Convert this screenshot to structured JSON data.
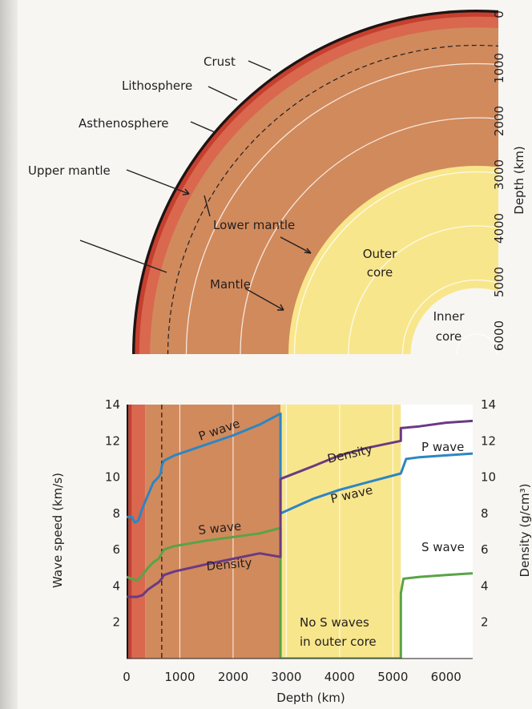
{
  "earth_diagram": {
    "layers": {
      "crust": "Crust",
      "lithosphere": "Lithosphere",
      "asthenosphere": "Asthenosphere",
      "upper_mantle": "Upper mantle",
      "lower_mantle": "Lower mantle",
      "mantle": "Mantle",
      "outer_core_1": "Outer",
      "outer_core_2": "core",
      "inner_core_1": "Inner",
      "inner_core_2": "core"
    },
    "depth_axis": {
      "label": "Depth (km)",
      "ticks": [
        "0",
        "1000",
        "2000",
        "3000",
        "4000",
        "5000",
        "6000"
      ]
    },
    "colors": {
      "crust": "#1e1413",
      "lithosphere": "#c6402f",
      "asthenosphere": "#d9684f",
      "mantle": "#d18a5c",
      "core": "#f8e68c",
      "paper": "#f7f6f3"
    }
  },
  "chart_data": {
    "type": "line",
    "xlabel": "Depth (km)",
    "ylabel_left": "Wave speed (km/s)",
    "ylabel_right": "Density (g/cm³)",
    "xlim": [
      0,
      6500
    ],
    "ylim": [
      0,
      14
    ],
    "x_ticks": [
      "0",
      "1000",
      "2000",
      "3000",
      "4000",
      "5000",
      "6000"
    ],
    "y_ticks": [
      "2",
      "4",
      "6",
      "8",
      "10",
      "12",
      "14"
    ],
    "series": [
      {
        "name": "P wave",
        "color": "#2c86c3",
        "x": [
          0,
          100,
          150,
          220,
          300,
          400,
          500,
          600,
          640,
          660,
          700,
          900,
          1500,
          2000,
          2500,
          2890,
          2890,
          2891,
          3500,
          4000,
          4500,
          5150,
          5150,
          5250,
          5500,
          6000,
          6500
        ],
        "values": [
          7.8,
          7.8,
          7.5,
          7.6,
          8.3,
          9.0,
          9.7,
          10.0,
          10.2,
          10.6,
          10.9,
          11.2,
          11.8,
          12.3,
          12.9,
          13.5,
          13.5,
          8.0,
          8.8,
          9.3,
          9.7,
          10.2,
          10.2,
          11.0,
          11.1,
          11.2,
          11.3
        ]
      },
      {
        "name": "S wave",
        "color": "#5aa348",
        "x": [
          0,
          100,
          200,
          300,
          400,
          500,
          600,
          660,
          700,
          900,
          1500,
          2000,
          2500,
          2890,
          2890,
          5150,
          5150,
          5200,
          5500,
          6000,
          6500
        ],
        "values": [
          4.5,
          4.4,
          4.3,
          4.6,
          5.0,
          5.3,
          5.5,
          5.8,
          6.0,
          6.2,
          6.5,
          6.7,
          6.9,
          7.2,
          0,
          0,
          3.6,
          4.4,
          4.5,
          4.6,
          4.7
        ]
      },
      {
        "name": "Density",
        "color": "#6b3a83",
        "x": [
          0,
          100,
          200,
          300,
          400,
          500,
          600,
          660,
          700,
          900,
          1500,
          2000,
          2500,
          2890,
          2891,
          3500,
          4000,
          4500,
          5150,
          5151,
          5500,
          6000,
          6500
        ],
        "values": [
          3.4,
          3.4,
          3.4,
          3.5,
          3.8,
          4.0,
          4.2,
          4.4,
          4.6,
          4.8,
          5.2,
          5.5,
          5.8,
          5.6,
          9.9,
          10.6,
          11.2,
          11.6,
          12.0,
          12.7,
          12.8,
          13.0,
          13.1
        ]
      }
    ],
    "series_labels": {
      "p_wave_mantle": "P wave",
      "p_wave_core": "P wave",
      "p_wave_inner": "P wave",
      "s_wave_mantle": "S wave",
      "s_wave_inner": "S wave",
      "density_mantle": "Density",
      "density_core": "Density"
    },
    "annotation": [
      "No S waves",
      "in outer core"
    ],
    "regions": [
      {
        "name": "crust",
        "from": 0,
        "to": 35,
        "color": "#1e1413"
      },
      {
        "name": "lithosphere",
        "from": 35,
        "to": 100,
        "color": "#c6402f"
      },
      {
        "name": "asthenosphere",
        "from": 100,
        "to": 350,
        "color": "#d9684f"
      },
      {
        "name": "mantle",
        "from": 350,
        "to": 2890,
        "color": "#d18a5c"
      },
      {
        "name": "outer-core",
        "from": 2890,
        "to": 5150,
        "color": "#f8e68c"
      },
      {
        "name": "inner-core",
        "from": 5150,
        "to": 6500,
        "color": "#ffffff"
      }
    ],
    "dashed_boundary_depth": 660
  }
}
